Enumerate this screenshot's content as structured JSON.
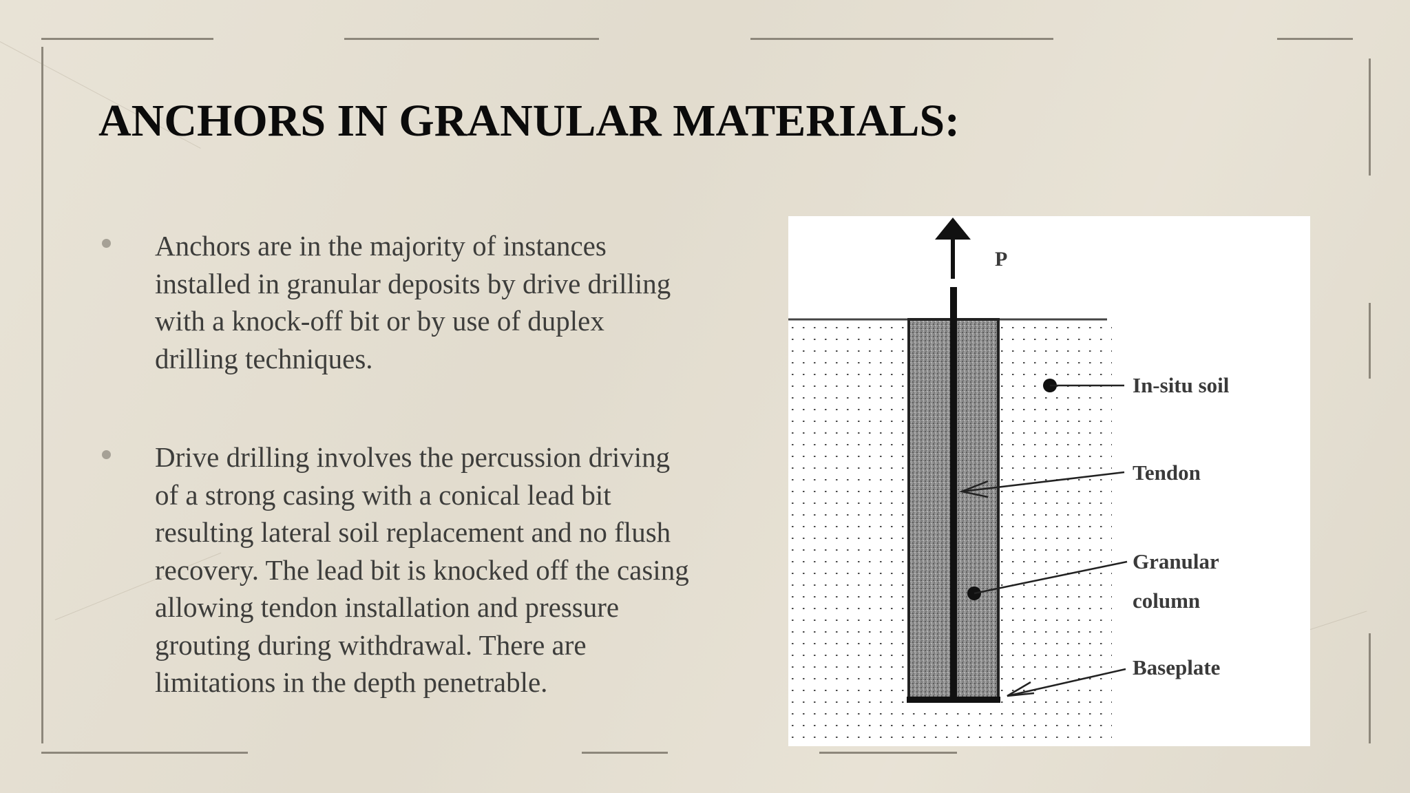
{
  "slide": {
    "title": "ANCHORS IN GRANULAR MATERIALS:",
    "bullets": [
      {
        "lines": [
          "Anchors are in the majority of instances",
          "installed in granular deposits by drive drilling",
          "with a knock-off bit or by use of duplex",
          "drilling techniques."
        ]
      },
      {
        "lines": [
          "Drive drilling involves the percussion driving",
          "of a strong casing with a conical lead bit",
          "resulting lateral soil replacement and no flush",
          "recovery. The lead bit is knocked off the casing",
          "allowing tendon installation and pressure",
          "grouting during withdrawal. There are",
          "limitations in the depth penetrable."
        ]
      }
    ]
  },
  "diagram": {
    "load_label": "P",
    "labels": {
      "in_situ_soil": "In-situ soil",
      "tendon": "Tendon",
      "granular_column_line1": "Granular",
      "granular_column_line2": "column",
      "baseplate": "Baseplate"
    }
  }
}
